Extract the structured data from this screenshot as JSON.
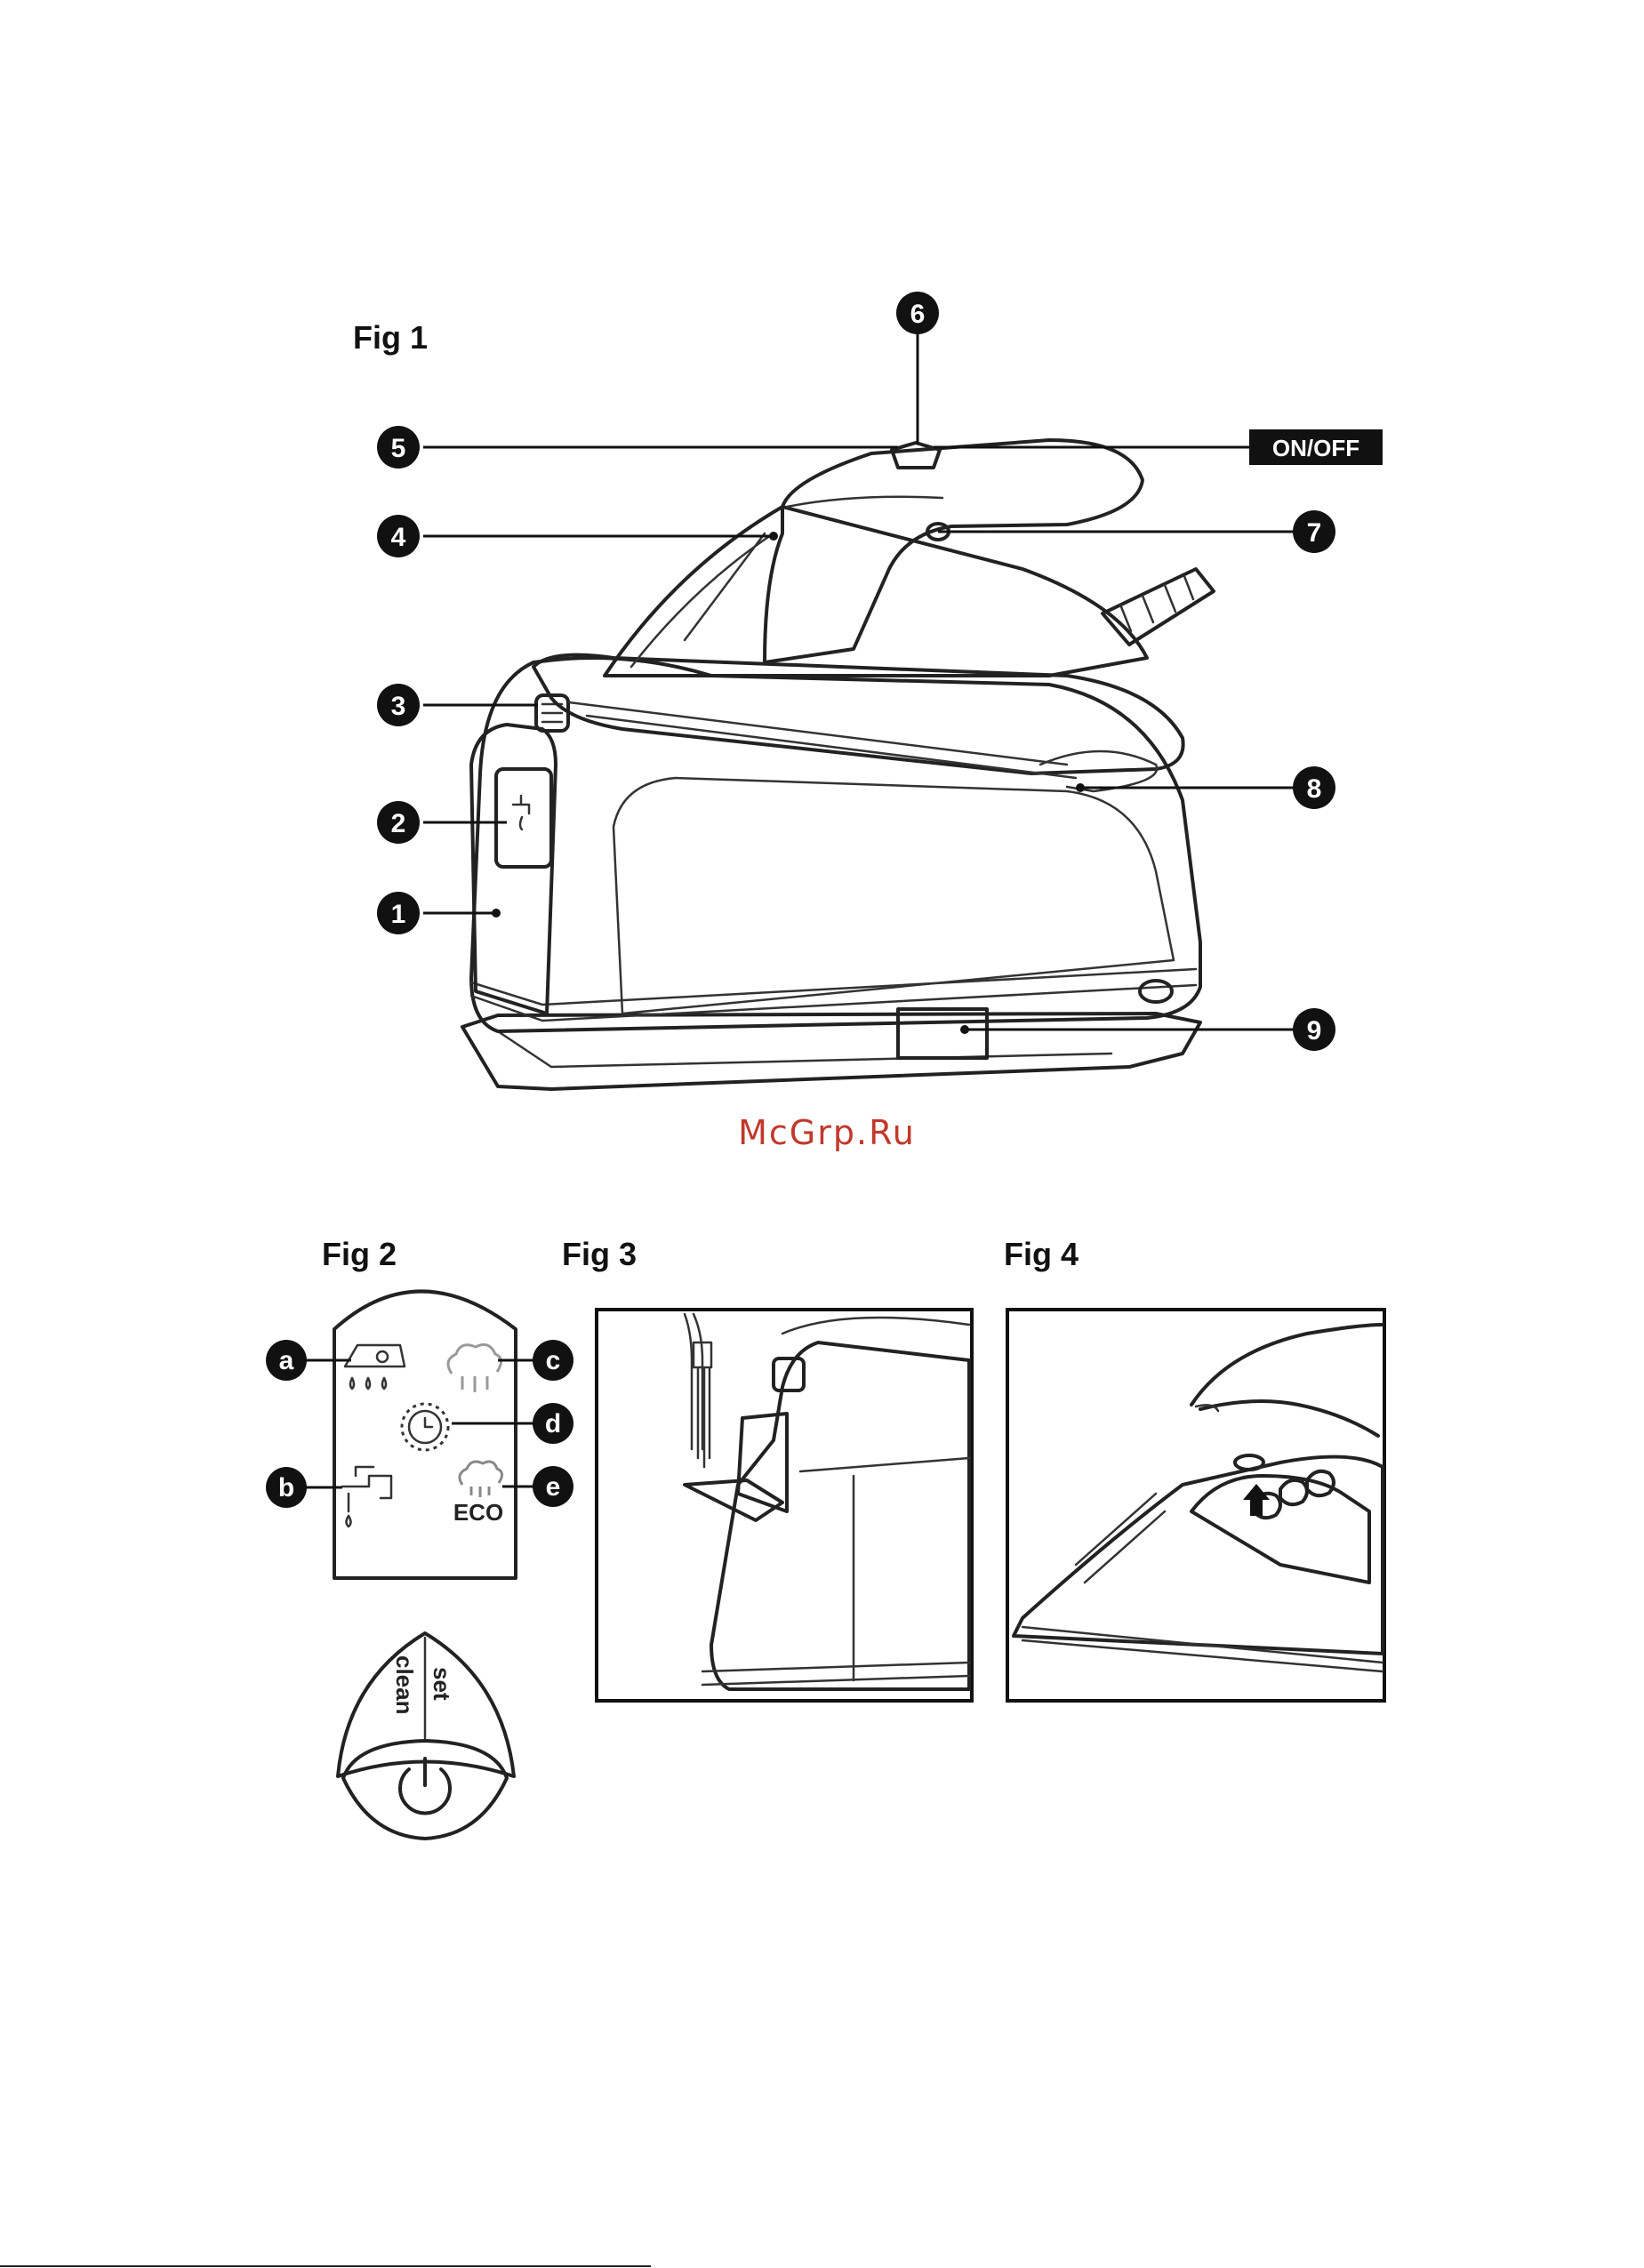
{
  "fig1": {
    "title": "Fig 1",
    "on_off_label": "ON/OFF",
    "callouts": [
      "1",
      "2",
      "3",
      "4",
      "5",
      "6",
      "7",
      "8",
      "9"
    ]
  },
  "watermark": "McGrp.Ru",
  "fig2": {
    "title": "Fig 2",
    "callouts": [
      "a",
      "b",
      "c",
      "d",
      "e"
    ],
    "eco_label": "ECO",
    "button_left": "clean",
    "button_right": "set"
  },
  "fig3": {
    "title": "Fig 3"
  },
  "fig4": {
    "title": "Fig 4"
  },
  "colors": {
    "ink": "#111111",
    "outline": "#222222",
    "watermark": "#c0392b",
    "badge": "#111111"
  }
}
